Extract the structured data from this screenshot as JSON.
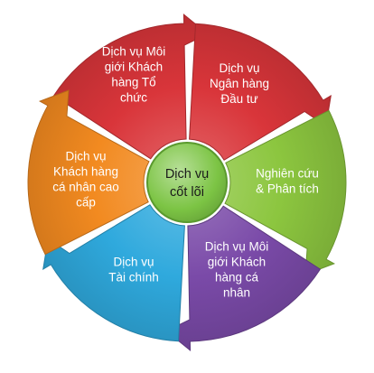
{
  "diagram": {
    "center": {
      "lines": [
        "Dịch vụ",
        "cốt lõi"
      ],
      "fill": "#7cc444",
      "stroke": "#5a9a2e"
    },
    "segments": [
      {
        "id": "top-left",
        "color": "#d9353a",
        "lines": [
          "Dịch vụ Môi",
          "giới Khách",
          "hàng Tổ",
          "chức"
        ]
      },
      {
        "id": "top-right",
        "color": "#d9353a",
        "lines": [
          "Dịch vụ",
          "Ngân hàng",
          "Đầu tư"
        ]
      },
      {
        "id": "right",
        "color": "#8cc63f",
        "lines": [
          "Nghiên cứu",
          "& Phân tích"
        ]
      },
      {
        "id": "bottom-right",
        "color": "#7a4aa8",
        "lines": [
          "Dịch vụ Môi",
          "giới Khách",
          "hàng cá",
          "nhân"
        ]
      },
      {
        "id": "bottom-left",
        "color": "#2fa9dd",
        "lines": [
          "Dịch vụ",
          "Tài chính"
        ]
      },
      {
        "id": "left",
        "color": "#f28a20",
        "lines": [
          "Dịch vụ",
          "Khách hàng",
          "cá nhân cao",
          "cấp"
        ]
      }
    ]
  }
}
